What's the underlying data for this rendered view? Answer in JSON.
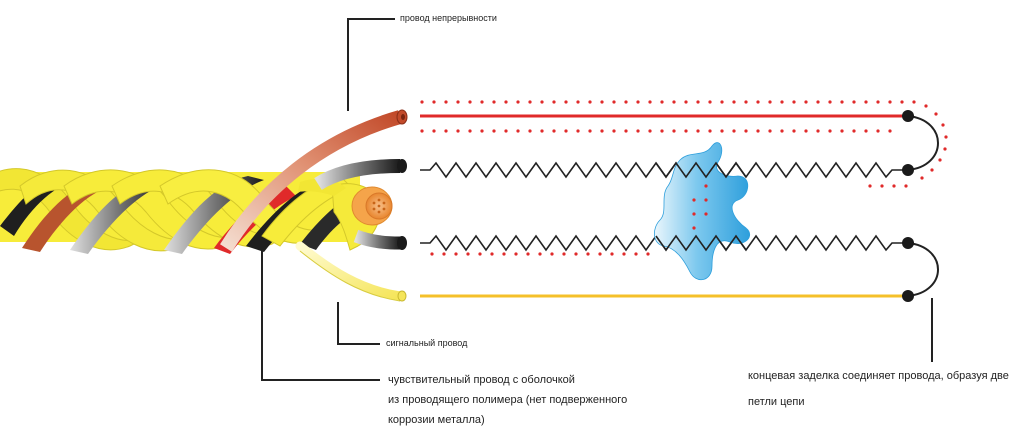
{
  "labels": {
    "continuity_wire": "провод непрерывности",
    "signal_wire": "сигнальный провод",
    "sensing_wire": [
      "чувствительный провод с оболочкой",
      "из проводящего полимера (нет подверженного",
      "коррозии металла)"
    ],
    "end_termination": [
      "концевая заделка соединяет провода, образуя две",
      "петли цепи"
    ]
  },
  "colors": {
    "jacket_yellow": "#f7ec3a",
    "jacket_shade": "#d9cf2a",
    "conductor_red": "#e02a2a",
    "continuity_wire": "#c8553a",
    "sense_black": "#222222",
    "signal_yellow": "#f5c02a",
    "copper_core": "#f5a44a",
    "leak_blue": "#3aa9e0",
    "leader_line": "#222222"
  }
}
